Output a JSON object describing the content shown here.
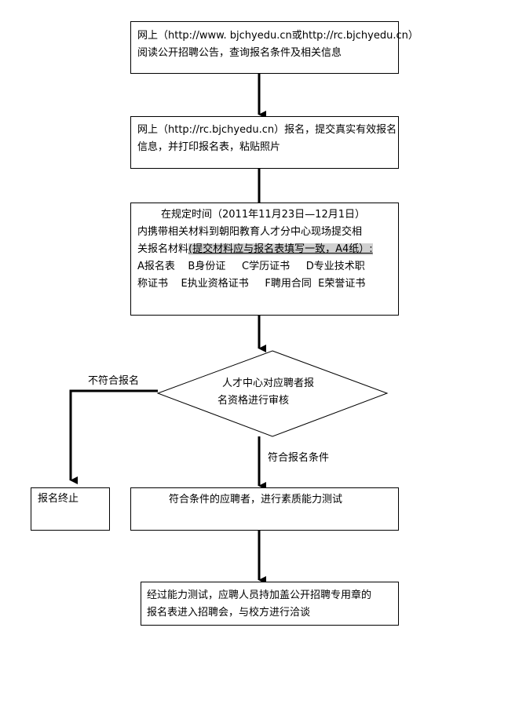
{
  "step1": {
    "line1": "网上（http://www. bjchyedu.cn或http://rc.bjchyedu.cn）",
    "line2": "阅读公开招聘公告，查询报名条件及相关信息"
  },
  "step2": {
    "line1": "网上（http://rc.bjchyedu.cn）报名，提交真实有效报名",
    "line2": "信息，并打印报名表，粘贴照片"
  },
  "step3": {
    "line1": "在规定时间（2011年11月23日—12月1日）",
    "line2": "内携带相关材料到朝阳教育人才分中心现场提交相",
    "line3_prefix": "关报名材料",
    "line3_highlight": "(提交材料应与报名表填写一致，A4纸）:",
    "line4": "A报名表    B身份证     C学历证书     D专业技术职",
    "line5": "称证书    E执业资格证书     F聘用合同  E荣誉证书"
  },
  "decision": {
    "line1": "人才中心对应聘者报",
    "line2": "名资格进行审核"
  },
  "no_label": "不符合报名",
  "yes_label": "符合报名条件",
  "terminate": {
    "text": "报名终止"
  },
  "step5": {
    "text": "符合条件的应聘者，进行素质能力测试"
  },
  "step6": {
    "line1": "经过能力测试，应聘人员持加盖公开招聘专用章的",
    "line2": "报名表进入招聘会，与校方进行洽谈"
  }
}
